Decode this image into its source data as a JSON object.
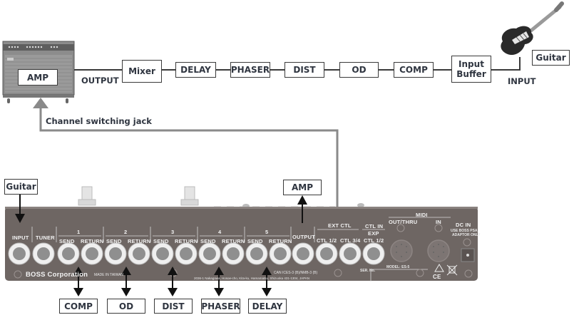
{
  "signal_chain": {
    "amp": "AMP",
    "output": "OUTPUT",
    "effects": [
      "Mixer",
      "DELAY",
      "PHASER",
      "DIST",
      "OD",
      "COMP"
    ],
    "input_buffer": [
      "Input",
      "Buffer"
    ],
    "input": "INPUT",
    "guitar": "Guitar",
    "channel_jack": "Channel switching jack"
  },
  "device": {
    "guitar_label": "Guitar",
    "amp_label": "AMP",
    "jack_labels": {
      "input": "INPUT",
      "tuner": "TUNER",
      "send": "SEND",
      "return": "RETURN",
      "loops": [
        "1",
        "2",
        "3",
        "4",
        "5"
      ],
      "output": "OUTPUT",
      "ext_ctl": "EXT CTL",
      "ctl12": "CTL 1/2",
      "ctl34": "CTL 3/4",
      "ctl_in": "CTL IN",
      "exp": "EXP",
      "ctl_in_12": "CTL 1/2",
      "midi": "MIDI",
      "out_thru": "OUT/THRU",
      "in": "IN",
      "dc_in": "DC IN",
      "dc_note1": "USE BOSS PSA",
      "dc_note2": "ADAPTOR ONLY"
    },
    "brand": "BOSS Corporation",
    "made_in": "MADE IN TAIWAN",
    "address": "2036-1 Nakagawa, Hosoe-cho, Kita-ku, Hamamatsu, Shizuoka 431-1304, JAPAN",
    "compliance": "CAN ICES-3 (B)/NMB-3 (B)",
    "serial": "SER. No.",
    "model": "MODEL: ES-5",
    "ce": "CE"
  },
  "loop_assignments": [
    "COMP",
    "OD",
    "DIST",
    "PHASER",
    "DELAY"
  ],
  "colors": {
    "panel": "#6e6663",
    "line": "#3a3a3a",
    "gray_line": "#8a8a8a",
    "text": "#2f3540"
  }
}
